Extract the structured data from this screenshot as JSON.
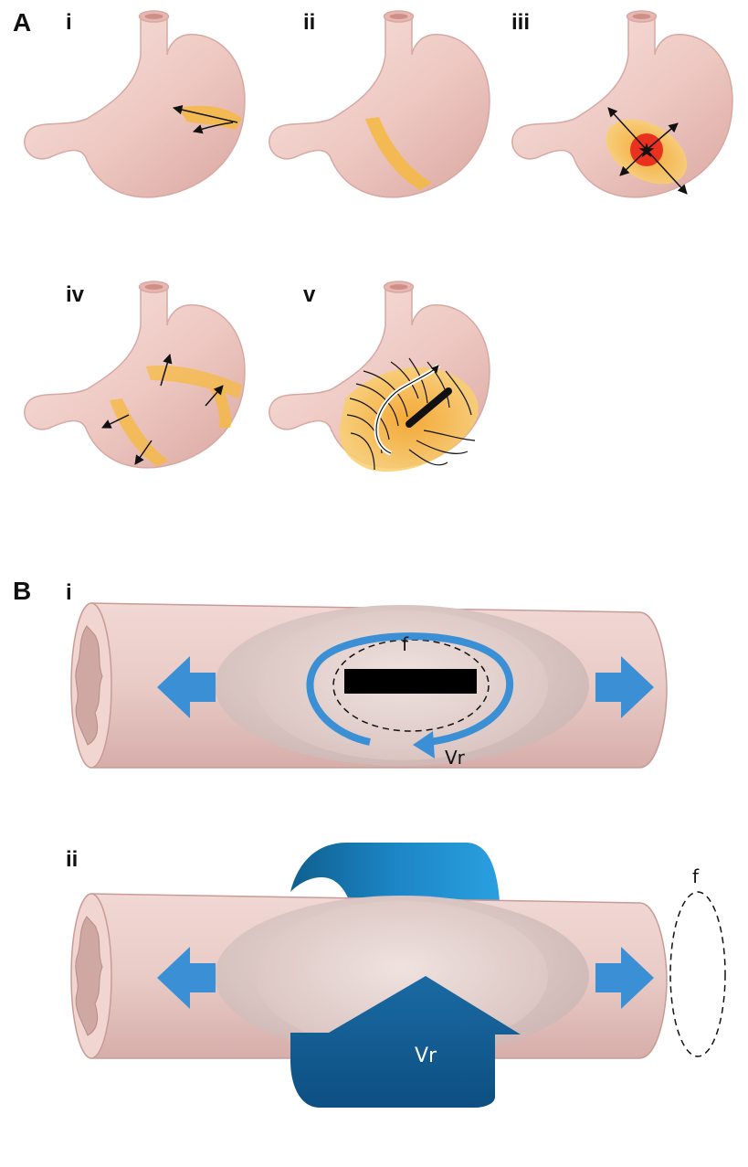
{
  "panel_a": {
    "letter": "A",
    "sub_labels": [
      "i",
      "ii",
      "iii",
      "iv",
      "v"
    ]
  },
  "panel_b": {
    "letter": "B",
    "sub_labels": [
      "i",
      "ii"
    ],
    "field_label": "f",
    "velocity_label": "Vr"
  },
  "colors": {
    "stomach_fill": "#f1d4cf",
    "stomach_edge": "#d8a8a3",
    "excitation_band": "#f5b942",
    "pacing_site": "#e8321f",
    "arrow_blue": "#3b8fd4",
    "ring_blue": "#1a6fa8",
    "tube_fill": "#e8cbc6",
    "tube_edge": "#c99b96"
  }
}
